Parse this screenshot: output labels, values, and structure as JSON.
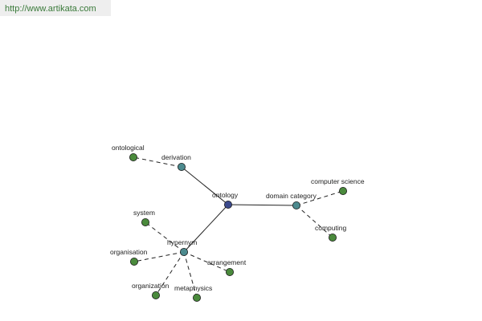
{
  "header": {
    "url": "http://www.artikata.com"
  },
  "graph": {
    "nodes": [
      {
        "id": "ontology",
        "label": "ontology",
        "kind": "root"
      },
      {
        "id": "derivation",
        "label": "derivation",
        "kind": "relation"
      },
      {
        "id": "domain",
        "label": "domain category",
        "kind": "relation"
      },
      {
        "id": "hypernym",
        "label": "hypernym",
        "kind": "relation"
      },
      {
        "id": "ontological",
        "label": "ontological",
        "kind": "term"
      },
      {
        "id": "cs",
        "label": "computer science",
        "kind": "term"
      },
      {
        "id": "computing",
        "label": "computing",
        "kind": "term"
      },
      {
        "id": "system",
        "label": "system",
        "kind": "term"
      },
      {
        "id": "organisation",
        "label": "organisation",
        "kind": "term"
      },
      {
        "id": "organization",
        "label": "organization",
        "kind": "term"
      },
      {
        "id": "metaphysics",
        "label": "metaphysics",
        "kind": "term"
      },
      {
        "id": "arrangement",
        "label": "arrangement",
        "kind": "term"
      }
    ],
    "edges": [
      {
        "from": "ontology",
        "to": "derivation",
        "style": "solid"
      },
      {
        "from": "ontology",
        "to": "domain",
        "style": "solid"
      },
      {
        "from": "ontology",
        "to": "hypernym",
        "style": "solid"
      },
      {
        "from": "derivation",
        "to": "ontological",
        "style": "dashed"
      },
      {
        "from": "domain",
        "to": "cs",
        "style": "dashed"
      },
      {
        "from": "domain",
        "to": "computing",
        "style": "dashed"
      },
      {
        "from": "hypernym",
        "to": "system",
        "style": "dashed"
      },
      {
        "from": "hypernym",
        "to": "organisation",
        "style": "dashed"
      },
      {
        "from": "hypernym",
        "to": "organization",
        "style": "dashed"
      },
      {
        "from": "hypernym",
        "to": "metaphysics",
        "style": "dashed"
      },
      {
        "from": "hypernym",
        "to": "arrangement",
        "style": "dashed"
      }
    ],
    "colors": {
      "root": "#3b4a8c",
      "relation": "#4c8a8e",
      "term": "#4a8a3c"
    }
  }
}
